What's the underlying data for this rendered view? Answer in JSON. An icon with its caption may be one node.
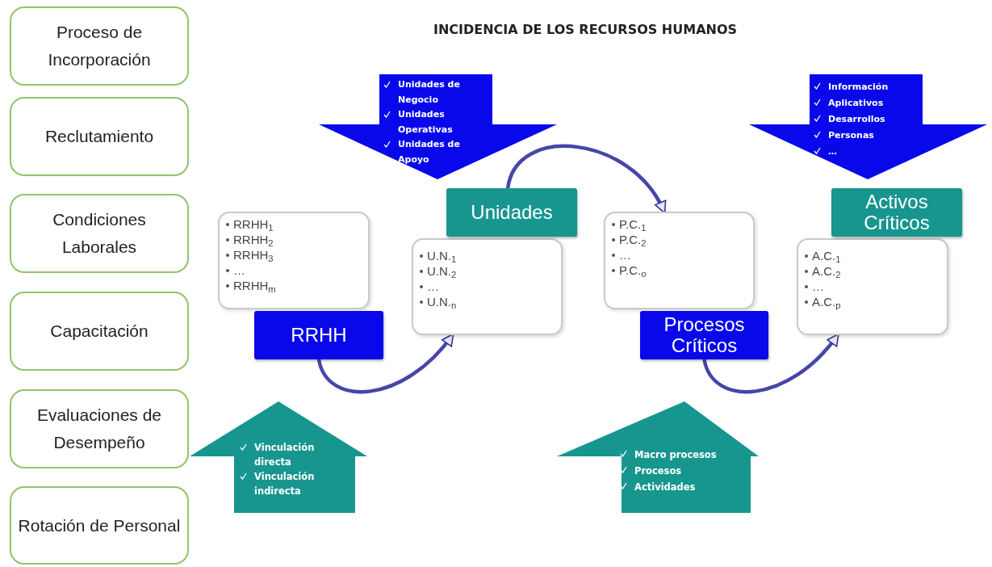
{
  "diagram": {
    "title": "INCIDENCIA DE LOS RECURSOS HUMANOS",
    "nodes": [
      {
        "text": [
          "Proceso de Incorporación"
        ]
      },
      {
        "text": [
          "Reclutamiento"
        ]
      },
      {
        "text": [
          "Condiciones Laborales"
        ]
      },
      {
        "text": [
          "Capacitación"
        ]
      },
      {
        "text": [
          "Evaluaciones de Desempeño"
        ]
      },
      {
        "text": [
          "Rotación de Personal"
        ]
      },
      {
        "text": [
          "RRHH$_{1}$",
          "RRHH$_{2}$",
          "RRHH$_{3}$",
          "…",
          "RRHH$_{m}$"
        ]
      },
      {
        "text": [
          "RRHH"
        ]
      },
      {
        "text": [
          "U.N.$_{1}$",
          "U.N.$_{2}$",
          "…",
          "U.N.$_{n}$"
        ]
      },
      {
        "text": [
          "Unidades"
        ]
      },
      {
        "text": [
          "P.C.$_{1}$",
          "P.C.$_{2}$",
          "…",
          "P.C.$_{o}$"
        ]
      },
      {
        "text": [
          "Procesos Críticos"
        ]
      },
      {
        "text": [
          "A.C.$_{1}$",
          "A.C.$_{2}$",
          "…",
          "A.C.$_{p}$"
        ]
      },
      {
        "text": [
          "Activos Críticos"
        ]
      },
      {
        "text": [
          "Unidades de Negocio",
          "Unidades Operativas",
          "Unidades de Apoyo"
        ]
      },
      {
        "text": [
          "Información",
          "Aplicativos",
          "Desarrollos",
          "Personas",
          "…"
        ]
      },
      {
        "text": [
          "Vinculación directa",
          "Vinculación indirecta"
        ]
      },
      {
        "text": [
          "Macro procesos",
          "Procesos",
          "Actividades"
        ]
      }
    ],
    "edges": [
      {
        "from": 7,
        "to": 8,
        "arrow": "to"
      },
      {
        "from": 9,
        "to": 10,
        "arrow": "to"
      },
      {
        "from": 11,
        "to": 12,
        "arrow": "to"
      }
    ]
  }
}
